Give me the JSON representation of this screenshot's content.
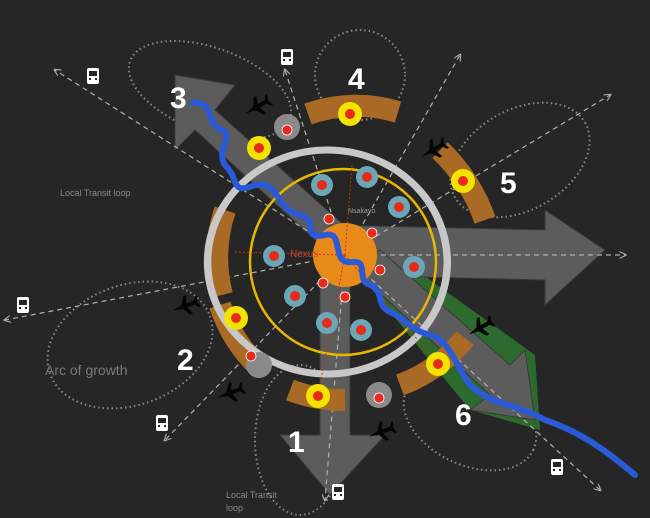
{
  "sectors": [
    "1",
    "2",
    "3",
    "4",
    "5",
    "6"
  ],
  "labels": {
    "local_transit_loop_left": "Local Transit loop",
    "local_transit_loop_bottom_1": "Local Transit",
    "local_transit_loop_bottom_2": "loop",
    "arc_of_growth": "Arc of growth",
    "center_label": "Nexus",
    "center_sub_label": "Nsakayo"
  },
  "icons": {
    "airport": "airplane-icon",
    "rail": "train-icon"
  },
  "colors": {
    "background": "#262626",
    "arrow_grey": "#5c5c5c",
    "ring_light_grey": "#c8c8c8",
    "orange_band": "#a86a24",
    "yellow_ring": "#e8b800",
    "yellow_node": "#f4e300",
    "core_orange": "#e88a1a",
    "river_blue": "#2a5ad8",
    "node_red": "#e82a1a",
    "node_teal": "#6aa8b8",
    "green_corridor": "#2d6a2d"
  }
}
